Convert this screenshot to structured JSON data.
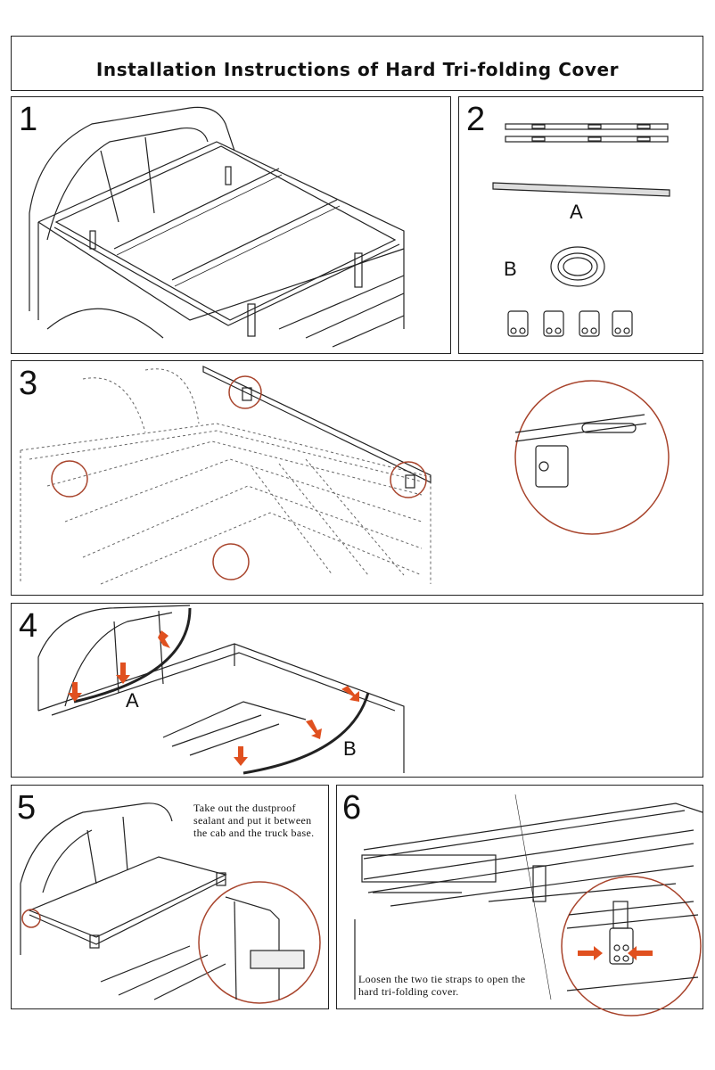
{
  "page": {
    "title": "Installation Instructions of Hard Tri-folding Cover"
  },
  "steps": [
    {
      "number": "1"
    },
    {
      "number": "2",
      "part_a_label": "A",
      "part_b_label": "B"
    },
    {
      "number": "3"
    },
    {
      "number": "4",
      "label_a": "A",
      "label_b": "B"
    },
    {
      "number": "5",
      "instruction": "Take out the dustproof sealant and put it between the cab and the truck base."
    },
    {
      "number": "6",
      "instruction": "Loosen the two tie straps to open the hard tri-folding cover."
    }
  ],
  "colors": {
    "line": "#222222",
    "highlight_circle": "#a8442c",
    "arrow": "#e0501f"
  },
  "icons": [
    "truck-illustration",
    "clamp-icon",
    "seal-roll-icon",
    "rail-icon",
    "arrow-icon",
    "detail-magnifier-circle"
  ]
}
